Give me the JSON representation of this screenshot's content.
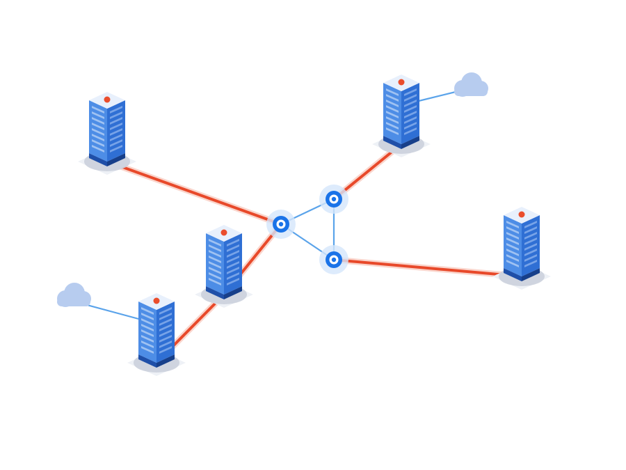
{
  "colors": {
    "background": "#ffffff",
    "link_primary": "#e8492a",
    "link_glow": "#f6b3a3",
    "link_secondary": "#5aa3ea",
    "node_ring": "#1a73e8",
    "node_halo": "#d5e6fb",
    "server_front": "#4d8de6",
    "server_side": "#2f6fd4",
    "server_top": "#e8f0fc",
    "server_base": "#1f4fa8",
    "server_slot": "#a9c8f3",
    "server_led": "#ea4d2c",
    "server_shadow": "#c9cfdb",
    "cloud": "#b7ccef"
  },
  "diagram": {
    "servers": [
      {
        "id": "server-top-left"
      },
      {
        "id": "server-top-right"
      },
      {
        "id": "server-center"
      },
      {
        "id": "server-bottom-left"
      },
      {
        "id": "server-right"
      }
    ],
    "clouds": [
      {
        "id": "cloud-top-right"
      },
      {
        "id": "cloud-left"
      }
    ],
    "hubs": [
      {
        "id": "hub-left"
      },
      {
        "id": "hub-top"
      },
      {
        "id": "hub-bottom"
      }
    ],
    "links": [
      {
        "id": "link-server-top-left-hub-left",
        "type": "primary"
      },
      {
        "id": "link-server-top-right-hub-top",
        "type": "primary"
      },
      {
        "id": "link-hub-left-server-center",
        "type": "primary"
      },
      {
        "id": "link-server-center-server-bottom-left",
        "type": "primary"
      },
      {
        "id": "link-hub-bottom-server-right",
        "type": "primary"
      },
      {
        "id": "link-hub-left-hub-top",
        "type": "secondary"
      },
      {
        "id": "link-hub-top-hub-bottom",
        "type": "secondary"
      },
      {
        "id": "link-hub-left-hub-bottom",
        "type": "secondary"
      },
      {
        "id": "link-server-top-right-cloud",
        "type": "secondary"
      },
      {
        "id": "link-server-bottom-left-cloud",
        "type": "secondary"
      }
    ]
  }
}
